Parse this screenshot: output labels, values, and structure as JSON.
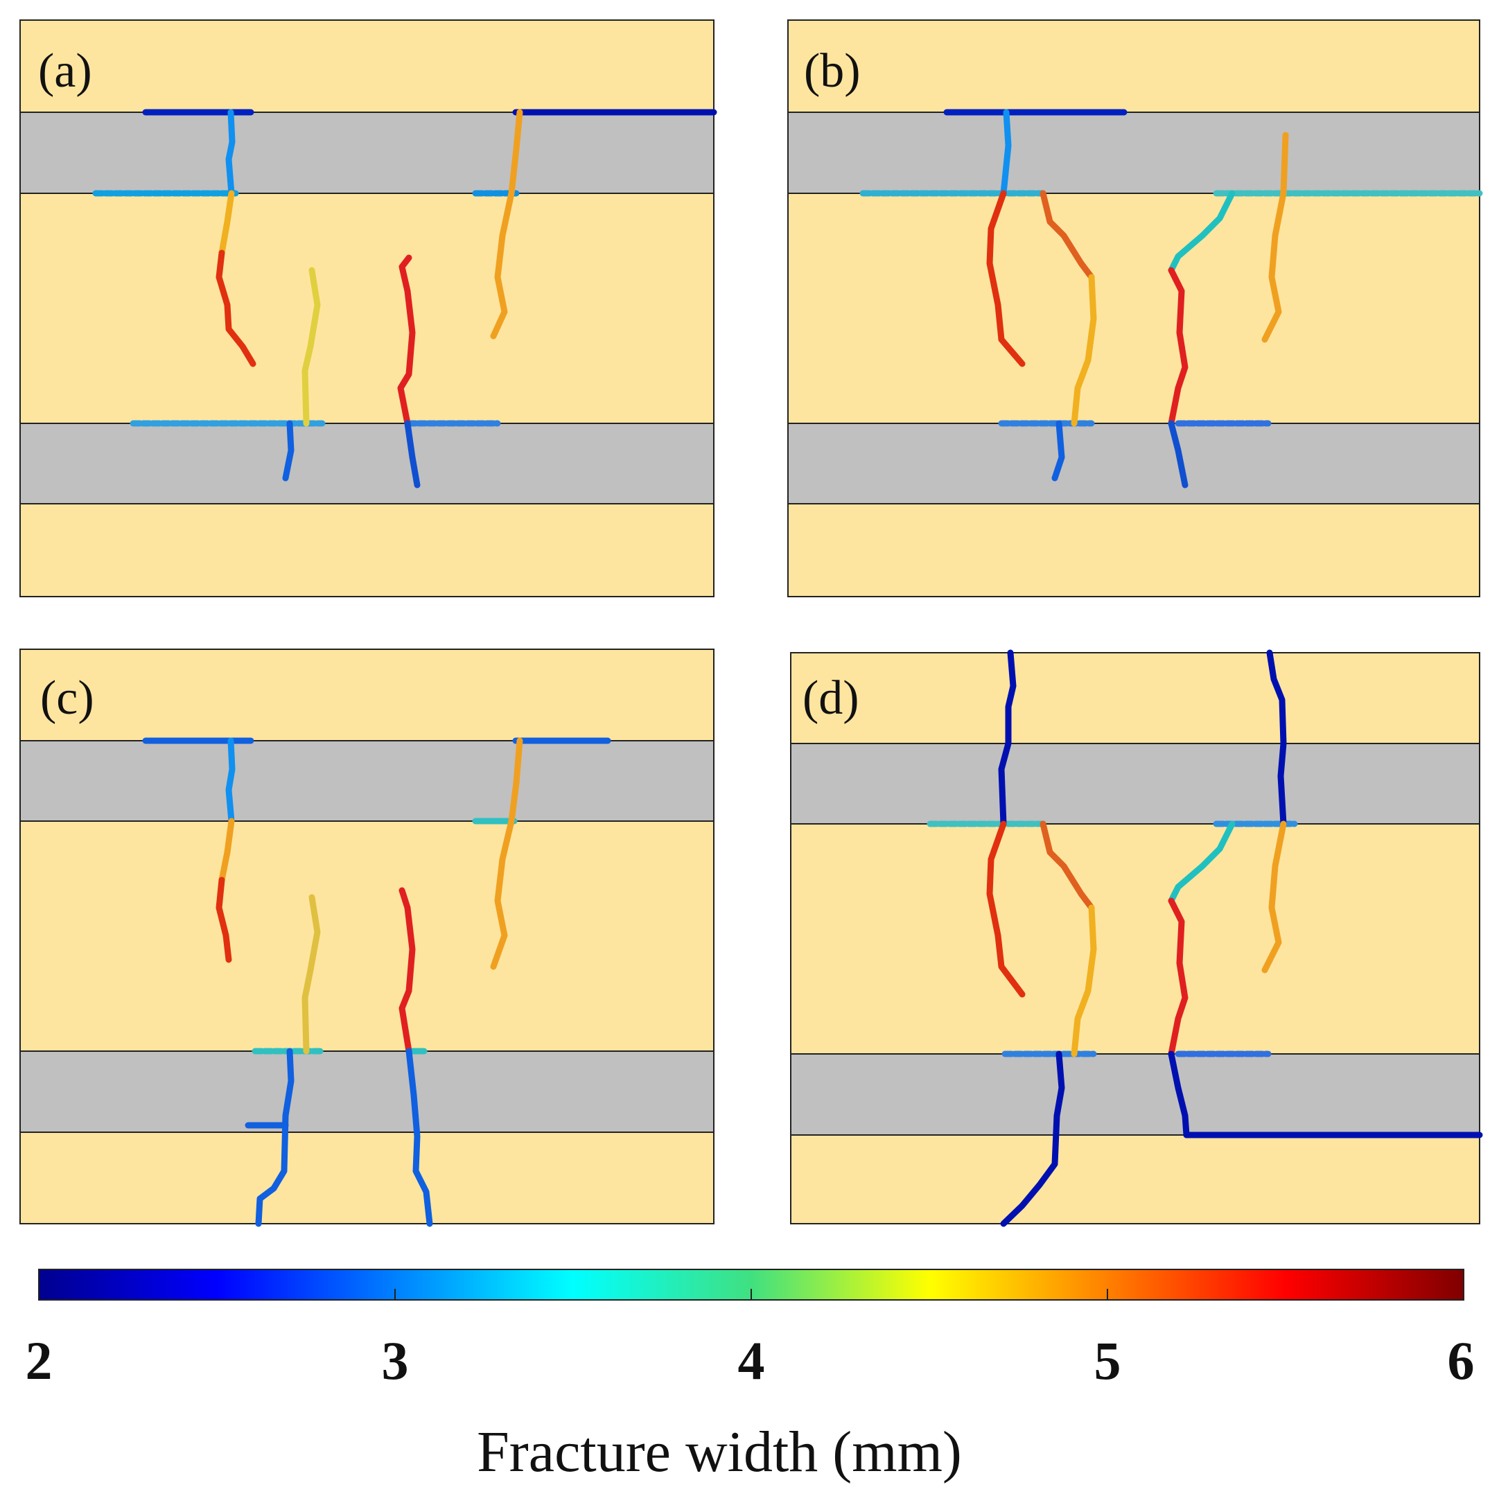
{
  "colors": {
    "sandstone": "#FEE59F",
    "shale": "#C0C0C0",
    "boundary": "#222222"
  },
  "panels": [
    {
      "id": "a",
      "label": "(a)"
    },
    {
      "id": "b",
      "label": "(b)"
    },
    {
      "id": "c",
      "label": "(c)"
    },
    {
      "id": "d",
      "label": "(d)"
    }
  ],
  "colorbar": {
    "colormap": "jet",
    "ticks": [
      "2",
      "3",
      "4",
      "5",
      "6"
    ],
    "label": "Fracture width (mm)"
  }
}
